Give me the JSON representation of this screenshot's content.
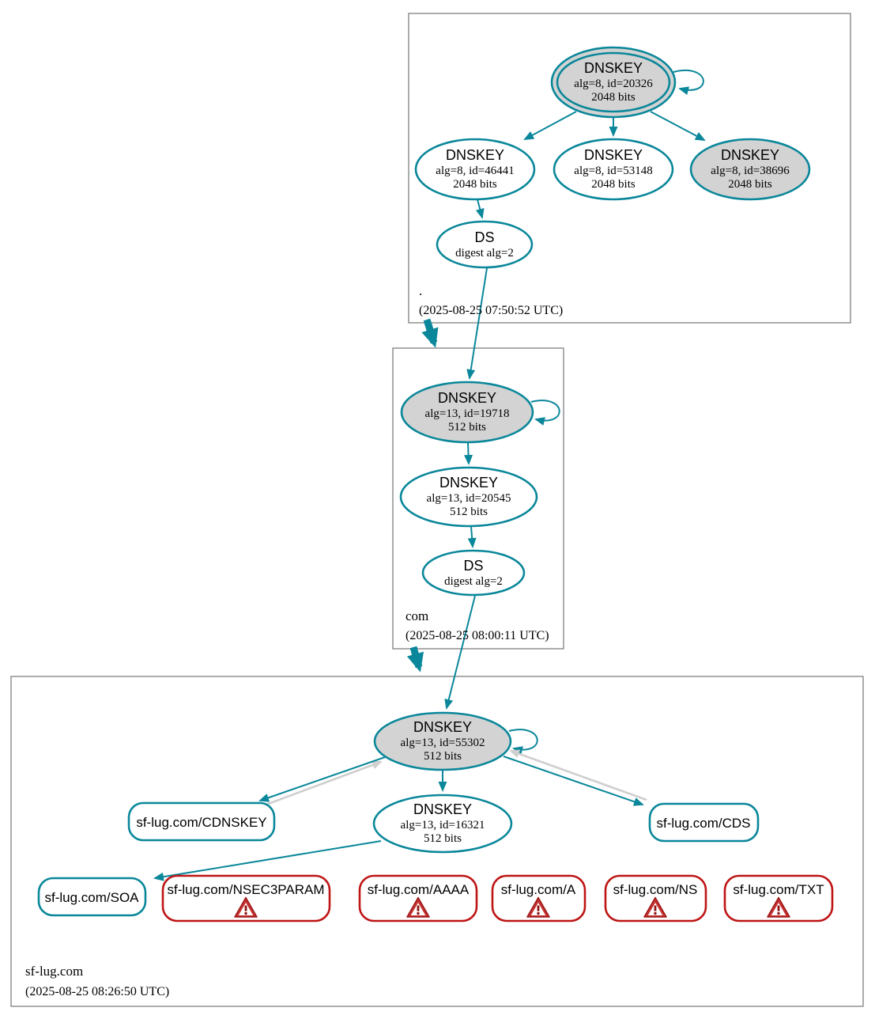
{
  "palette": {
    "secure_teal": "#0a879a",
    "error_red": "#be1515",
    "key_fill_gray": "#d3d3d3",
    "return_edge_gray": "#cfcfcf",
    "zone_box_border_gray": "#7f7f7f",
    "background": "#ffffff"
  },
  "zones": {
    "root": {
      "label": ".",
      "timestamp": "(2025-08-25 07:50:52 UTC)",
      "nodes": {
        "ksk20326": {
          "line1": "DNSKEY",
          "line2": "alg=8, id=20326",
          "line3": "2048 bits"
        },
        "key46441": {
          "line1": "DNSKEY",
          "line2": "alg=8, id=46441",
          "line3": "2048 bits"
        },
        "key53148": {
          "line1": "DNSKEY",
          "line2": "alg=8, id=53148",
          "line3": "2048 bits"
        },
        "key38696": {
          "line1": "DNSKEY",
          "line2": "alg=8, id=38696",
          "line3": "2048 bits"
        },
        "ds": {
          "line1": "DS",
          "line2": "digest alg=2"
        }
      }
    },
    "com": {
      "label": "com",
      "timestamp": "(2025-08-25 08:00:11 UTC)",
      "nodes": {
        "ksk19718": {
          "line1": "DNSKEY",
          "line2": "alg=13, id=19718",
          "line3": "512 bits"
        },
        "zsk20545": {
          "line1": "DNSKEY",
          "line2": "alg=13, id=20545",
          "line3": "512 bits"
        },
        "ds": {
          "line1": "DS",
          "line2": "digest alg=2"
        }
      }
    },
    "sflug": {
      "label": "sf-lug.com",
      "timestamp": "(2025-08-25 08:26:50 UTC)",
      "nodes": {
        "ksk55302": {
          "line1": "DNSKEY",
          "line2": "alg=13, id=55302",
          "line3": "512 bits"
        },
        "zsk16321": {
          "line1": "DNSKEY",
          "line2": "alg=13, id=16321",
          "line3": "512 bits"
        },
        "cdnskey": {
          "label": "sf-lug.com/CDNSKEY"
        },
        "cds": {
          "label": "sf-lug.com/CDS"
        },
        "soa": {
          "label": "sf-lug.com/SOA"
        },
        "nsec3param": {
          "label": "sf-lug.com/NSEC3PARAM",
          "warning": true
        },
        "aaaa": {
          "label": "sf-lug.com/AAAA",
          "warning": true
        },
        "a": {
          "label": "sf-lug.com/A",
          "warning": true
        },
        "ns": {
          "label": "sf-lug.com/NS",
          "warning": true
        },
        "txt": {
          "label": "sf-lug.com/TXT",
          "warning": true
        }
      }
    }
  },
  "edges": [
    {
      "from": "root DNSKEY 20326",
      "to": "root DNSKEY 20326",
      "style": "secure self-loop"
    },
    {
      "from": "root DNSKEY 20326",
      "to": "root DNSKEY 46441",
      "style": "secure"
    },
    {
      "from": "root DNSKEY 20326",
      "to": "root DNSKEY 53148",
      "style": "secure"
    },
    {
      "from": "root DNSKEY 20326",
      "to": "root DNSKEY 38696",
      "style": "secure"
    },
    {
      "from": "root DNSKEY 46441",
      "to": "root DS",
      "style": "secure"
    },
    {
      "from": "root DS",
      "to": "com DNSKEY 19718",
      "style": "secure"
    },
    {
      "from": "root zone",
      "to": "com zone",
      "style": "thick delegation arrow"
    },
    {
      "from": "com DNSKEY 19718",
      "to": "com DNSKEY 19718",
      "style": "secure self-loop"
    },
    {
      "from": "com DNSKEY 19718",
      "to": "com DNSKEY 20545",
      "style": "secure"
    },
    {
      "from": "com DNSKEY 20545",
      "to": "com DS",
      "style": "secure"
    },
    {
      "from": "com DS",
      "to": "sf-lug.com DNSKEY 55302",
      "style": "secure"
    },
    {
      "from": "com zone",
      "to": "sf-lug.com zone",
      "style": "thick delegation arrow"
    },
    {
      "from": "sf-lug.com DNSKEY 55302",
      "to": "sf-lug.com DNSKEY 55302",
      "style": "secure self-loop"
    },
    {
      "from": "sf-lug.com DNSKEY 55302",
      "to": "sf-lug.com/CDNSKEY",
      "style": "secure"
    },
    {
      "from": "sf-lug.com/CDNSKEY",
      "to": "sf-lug.com DNSKEY 55302",
      "style": "gray return"
    },
    {
      "from": "sf-lug.com DNSKEY 55302",
      "to": "sf-lug.com DNSKEY 16321",
      "style": "secure"
    },
    {
      "from": "sf-lug.com DNSKEY 55302",
      "to": "sf-lug.com/CDS",
      "style": "secure"
    },
    {
      "from": "sf-lug.com/CDS",
      "to": "sf-lug.com DNSKEY 55302",
      "style": "gray return"
    },
    {
      "from": "sf-lug.com DNSKEY 16321",
      "to": "sf-lug.com/SOA",
      "style": "secure"
    }
  ]
}
